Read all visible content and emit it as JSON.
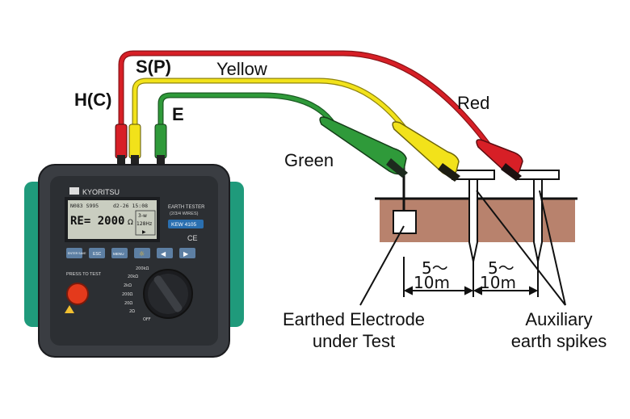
{
  "leads": {
    "h_c": "H(C)",
    "s_p": "S(P)",
    "e": "E",
    "yellow": "Yellow",
    "red": "Red",
    "green": "Green"
  },
  "distances": {
    "first": {
      "top": "5～",
      "bottom": "10m"
    },
    "second": {
      "top": "5～",
      "bottom": "10m"
    }
  },
  "captions": {
    "electrode": [
      "Earthed Electrode",
      "under Test"
    ],
    "spikes": [
      "Auxiliary",
      "earth spikes"
    ]
  },
  "meter": {
    "brand": "KYORITSU",
    "model_title": "EARTH TESTER",
    "model_sub": "(2/3/4 WIRES)",
    "model_badge": "KEW 4105",
    "lcd_top_left": "N083  S995",
    "lcd_top_right": "d2-26 15:08",
    "lcd_reading": "RE= 2000",
    "lcd_unit": "Ω",
    "lcd_mode": "3-w",
    "lcd_freq": "128Hz",
    "buttons": [
      "ENTER SAVE",
      "ESC",
      "MENU",
      "☼",
      "◀",
      "▶"
    ],
    "press_label": "PRESS TO TEST",
    "dial_marks": [
      "200kΩ",
      "20kΩ",
      "2kΩ",
      "200Ω",
      "20Ω",
      "2Ω",
      "OFF"
    ],
    "ce_mark": "CE"
  },
  "colors": {
    "red_lead": "#d71f26",
    "yellow_lead": "#f2e21a",
    "green_lead": "#2f9a3a",
    "soil": "#b8826d",
    "meter_body": "#3a3d42",
    "meter_sides": "#1f9a7b"
  }
}
